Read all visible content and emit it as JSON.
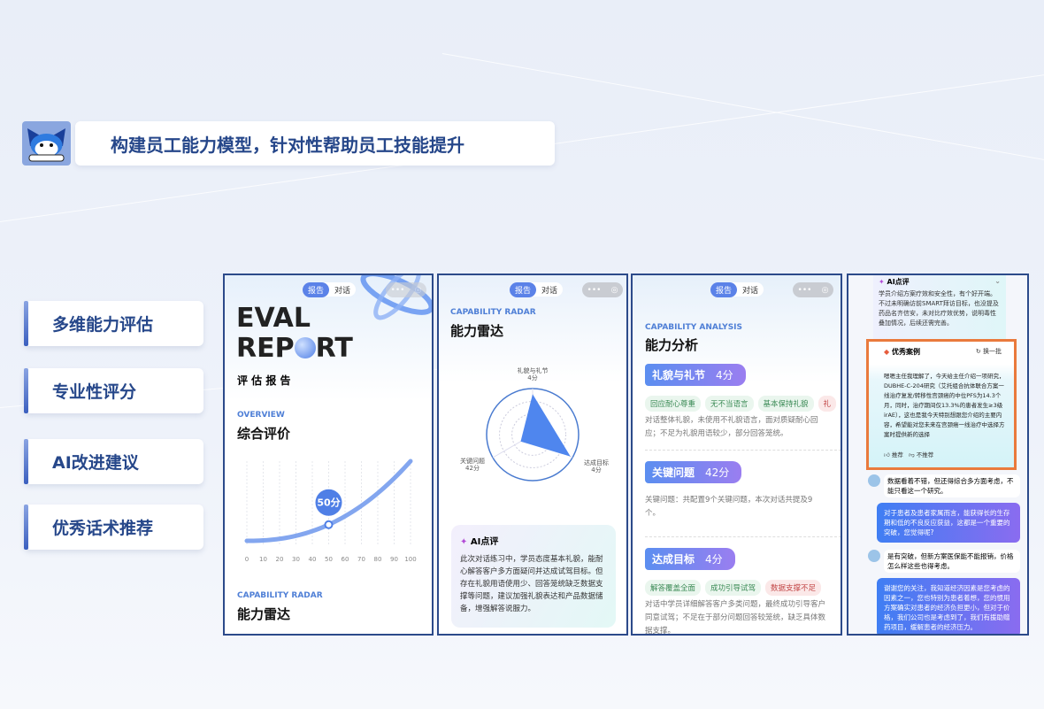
{
  "header": {
    "title": "构建员工能力模型，针对性帮助员工技能提升"
  },
  "features": [
    "多维能力评估",
    "专业性评分",
    "AI改进建议",
    "优秀话术推荐"
  ],
  "segment": {
    "report": "报告",
    "chat": "对话"
  },
  "capsule": {
    "more": "•••",
    "close": "◎"
  },
  "panel1": {
    "title1": "EVAL",
    "title2_a": "REP",
    "title2_b": "RT",
    "subtitle": "评 估 报 告",
    "overview_en": "OVERVIEW",
    "overview_zh": "综合评价",
    "radar_en": "CAPABILITY RADAR",
    "radar_zh": "能力雷达",
    "chart_data": {
      "type": "line",
      "x_ticks": [
        "0",
        "10",
        "20",
        "30",
        "40",
        "50",
        "60",
        "70",
        "80",
        "90",
        "100"
      ],
      "highlight": {
        "x": 50,
        "label": "50",
        "unit": "分"
      }
    }
  },
  "panel2": {
    "en": "CAPABILITY RADAR",
    "zh": "能力雷达",
    "chart_data": {
      "type": "radar",
      "axes": [
        {
          "label": "礼貌与礼节",
          "score": "4分"
        },
        {
          "label": "达成目标",
          "score": "4分"
        },
        {
          "label": "关键问题",
          "score": "42分"
        }
      ]
    },
    "ai_title": "AI点评",
    "ai_text": "此次对话练习中，学员态度基本礼貌，能耐心解答客户多方面疑问并达成试驾目标。但存在礼貌用语使用少、回答笼统缺乏数据支撑等问题，建议加强礼貌表达和产品数据储备，增强解答说服力。"
  },
  "panel3": {
    "en": "CAPABILITY ANALYSIS",
    "zh": "能力分析",
    "sections": [
      {
        "name": "礼貌与礼节",
        "score": "4分",
        "tags": [
          {
            "t": "回应耐心尊重",
            "bad": false
          },
          {
            "t": "无不当语言",
            "bad": false
          },
          {
            "t": "基本保持礼貌",
            "bad": false
          },
          {
            "t": "礼",
            "bad": true
          }
        ],
        "desc": "对话整体礼貌，未使用不礼貌语言，面对质疑耐心回应；不足为礼貌用语较少，部分回答笼统。"
      },
      {
        "name": "关键问题",
        "score": "42分",
        "tags": [],
        "desc": "关键问题：共配置9个关键问题，本次对话共提及9个。"
      },
      {
        "name": "达成目标",
        "score": "4分",
        "tags": [
          {
            "t": "解答覆盖全面",
            "bad": false
          },
          {
            "t": "成功引导试驾",
            "bad": false
          },
          {
            "t": "数据支撑不足",
            "bad": true
          }
        ],
        "desc": "对话中学员详细解答客户多类问题，最终成功引导客户同意试驾；不足在于部分问题回答较笼统，缺乏具体数据支撑。"
      }
    ]
  },
  "panel4": {
    "ai_title": "AI点评",
    "ai_text": "学员介绍方案疗效和安全性，有个好开端。不过未明确访前SMART拜访目标，也没提及药品名齐信安，未对比疗效优势，说明毒性叠加情况，后续还需完善。",
    "case_title": "优秀案例",
    "refresh": "换一批",
    "case_text": "嗯嗯主任我理解了，今天给主任介绍一项研究，DUBHE-C-204研究（艾托组合抗体联合方案一线治疗复发/转移性宫颈癌的中位PFS为14.3个月，同时，治疗期间仅13.3%的患者发生≥3级irAE），这也是我今天特别想跟您介绍的主要内容，希望能对您未来在宫颈癌一线治疗中选择方案时提供新的选择",
    "like": "推荐",
    "dislike": "不推荐",
    "messages": [
      {
        "role": "doctor",
        "text": "数据看着不错，但还得综合多方面考虑，不能只看这一个研究。"
      },
      {
        "role": "rep",
        "text": "对于患者及患者家属而言，能获得长的生存期和低的不良反应获益，这都是一个重要的突破，您觉得呢?"
      },
      {
        "role": "doctor",
        "text": "是有突破，但新方案医保能不能报销，价格怎么样这些也得考虑。"
      },
      {
        "role": "rep",
        "text": "谢谢您的关注，我知道经济因素是您考虑的因素之一，您也特别为患者着想，您的惯用方案确实对患者的经济负担更小，但对于价格，我们公司也是考虑到了，我们有援助赠药项目，缓解患者的经济压力。"
      }
    ]
  },
  "colors": {
    "accent": "#5b82e8",
    "border": "#2c4a8a",
    "highlight_box": "#ea7a3c",
    "heading": "#26478a"
  }
}
